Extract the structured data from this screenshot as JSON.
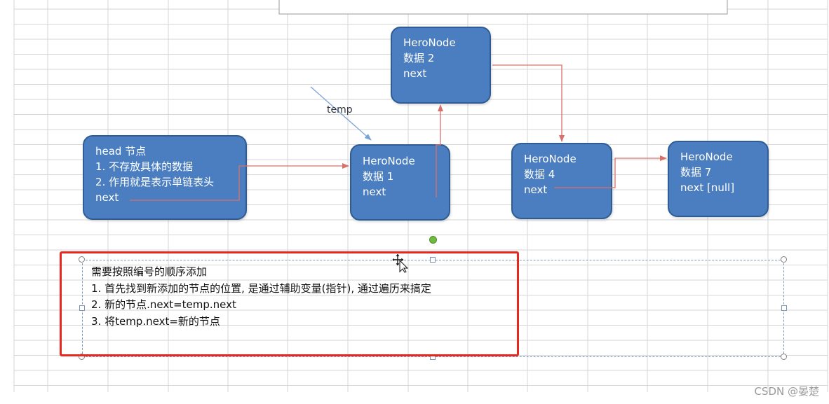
{
  "nodes": {
    "head": {
      "line1": "head 节点",
      "line2": "1. 不存放具体的数据",
      "line3": "2. 作用就是表示单链表头",
      "line4": "next"
    },
    "node1": {
      "line1": "HeroNode",
      "line2": "数据 1",
      "line3": "next"
    },
    "node2": {
      "line1": "HeroNode",
      "line2": "数据 2",
      "line3": "next"
    },
    "node4": {
      "line1": "HeroNode",
      "line2": "数据 4",
      "line3": "next"
    },
    "node7": {
      "line1": "HeroNode",
      "line2": "数据 7",
      "line3": "next [null]"
    }
  },
  "temp_label": "temp",
  "textbox": {
    "line1": "需要按照编号的顺序添加",
    "line2": "1. 首先找到新添加的节点的位置, 是通过辅助变量(指针), 通过遍历来搞定",
    "line3": "2. 新的节点.next=temp.next",
    "line4": "3. 将temp.next=新的节点"
  },
  "watermark": "CSDN @晏楚",
  "colors": {
    "node_fill": "#4a7ec0",
    "node_border": "#2f5d93",
    "arrow": "#d9706a",
    "temp_arrow": "#7ba3d6",
    "highlight": "#e8281f",
    "grid": "#d6d6d6"
  }
}
